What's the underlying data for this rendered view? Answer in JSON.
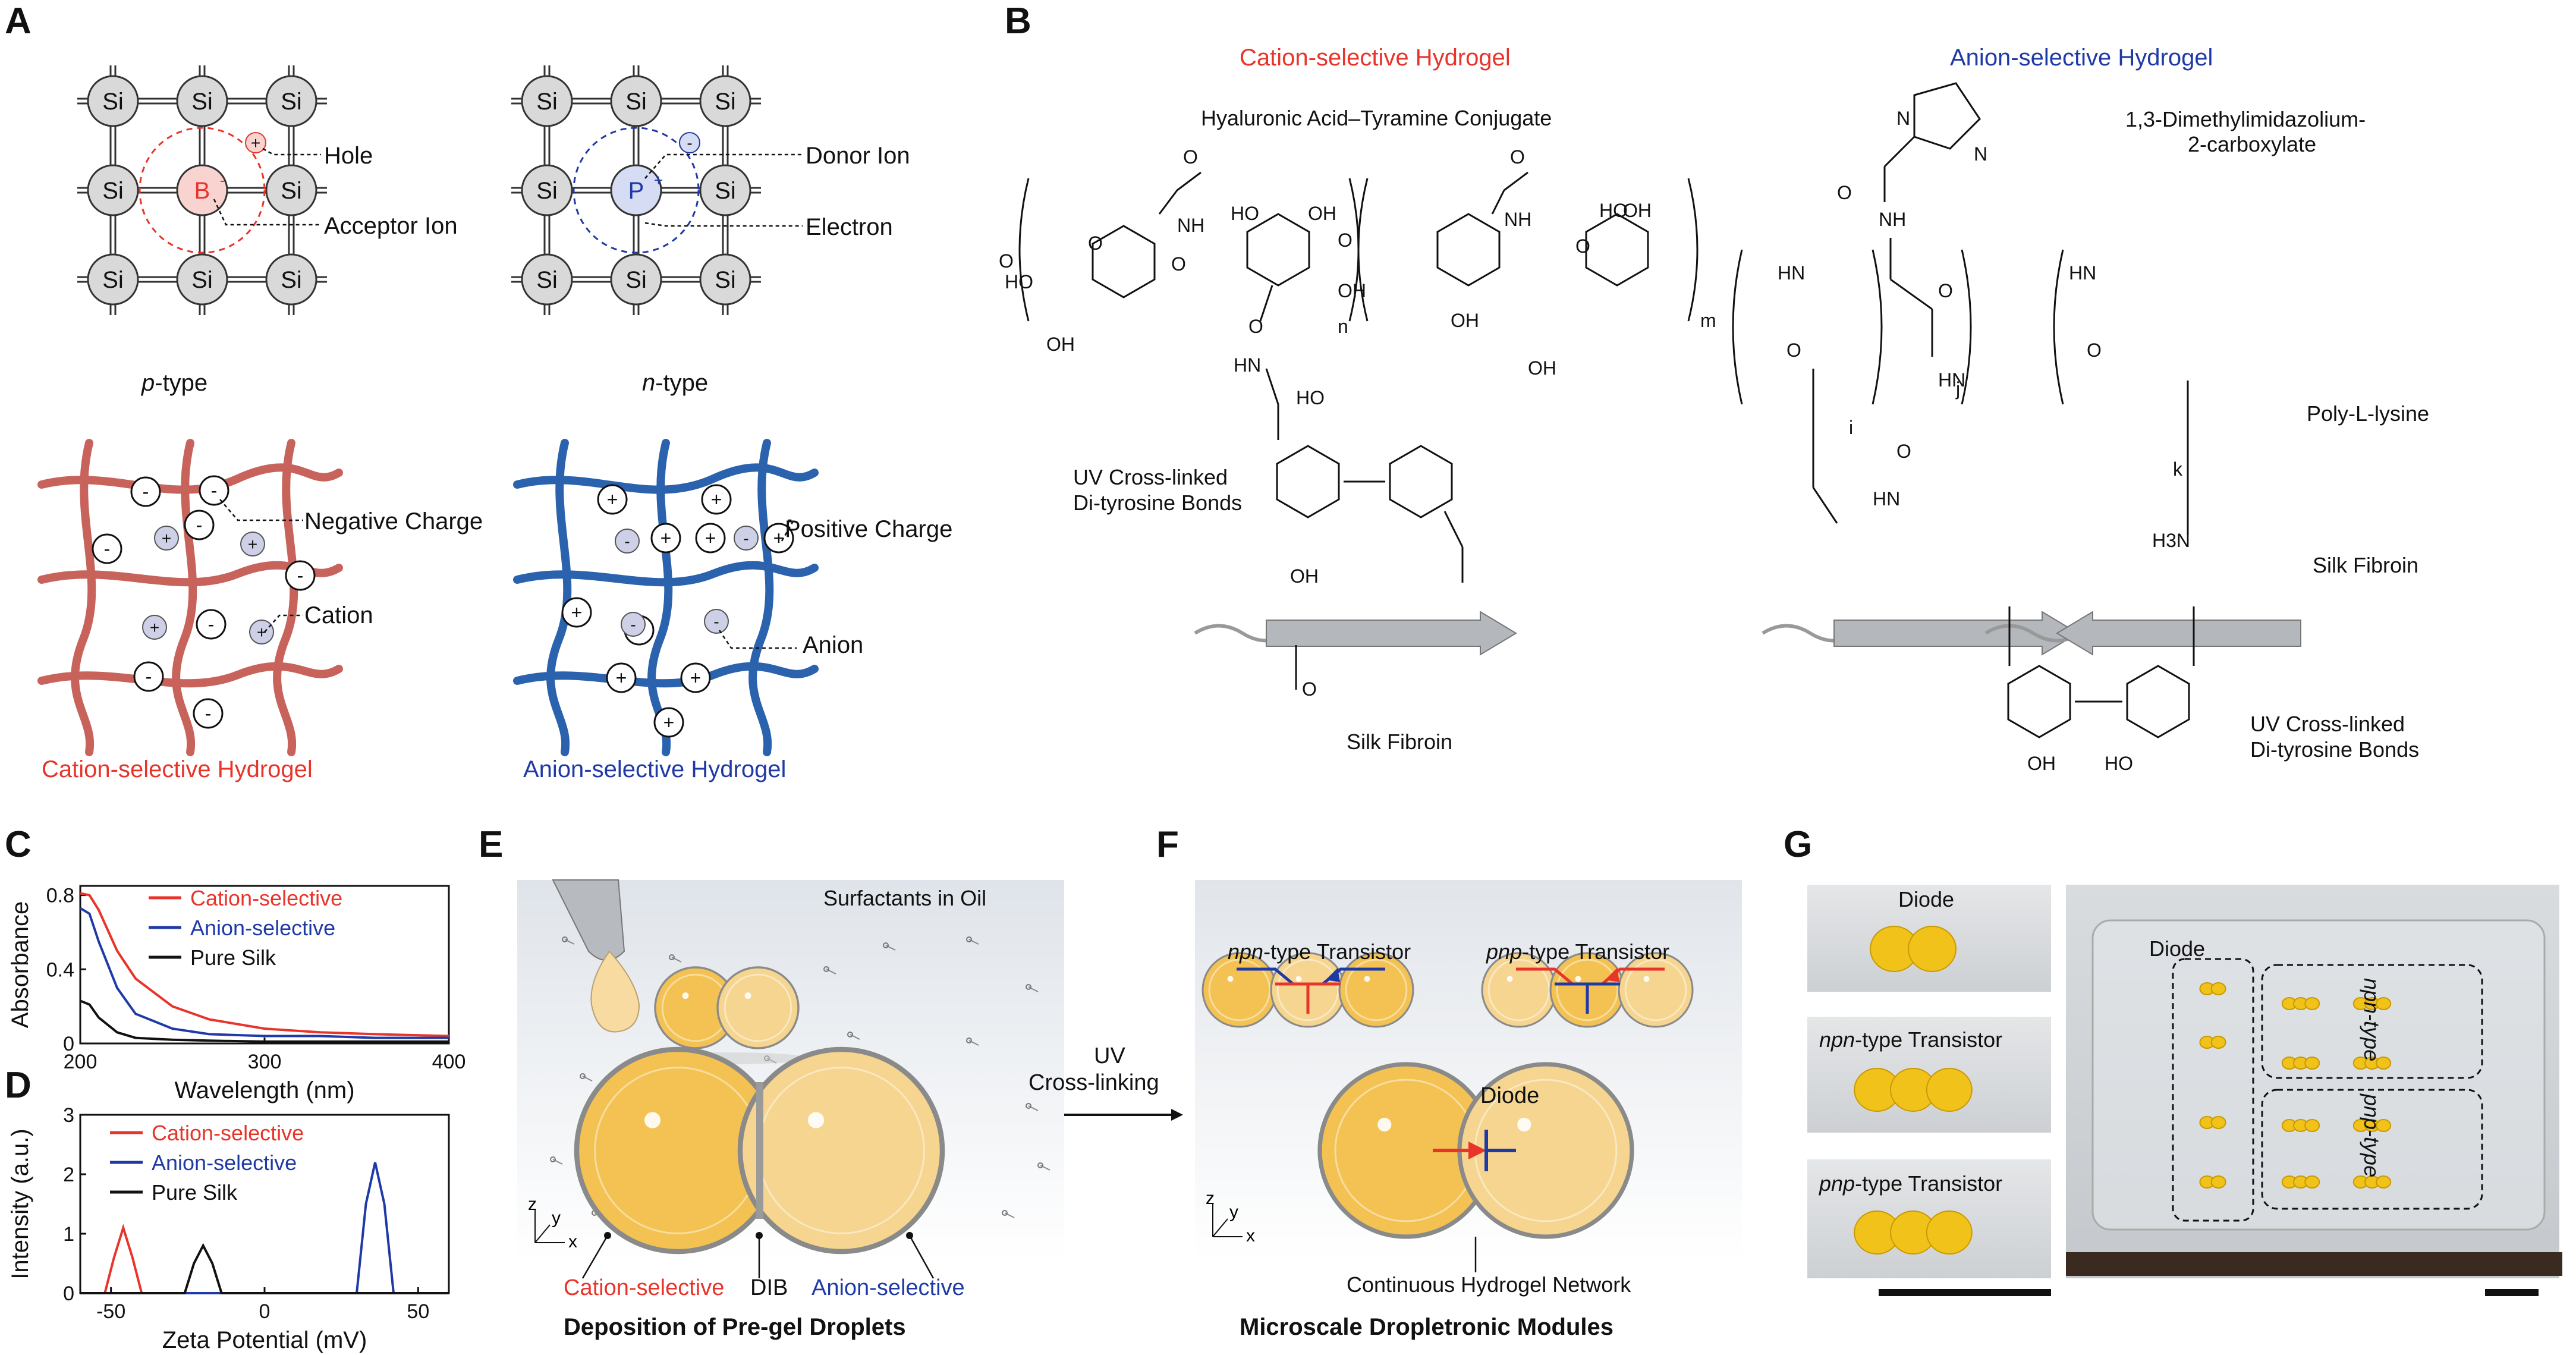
{
  "panels": {
    "A": "A",
    "B": "B",
    "C": "C",
    "D": "D",
    "E": "E",
    "F": "F",
    "G": "G"
  },
  "colors": {
    "cation": "#e8342a",
    "anion": "#1f3aa6",
    "pure": "#111111",
    "droplet": "#f3c252"
  },
  "A": {
    "si": "Si",
    "p_dopant": "B",
    "n_dopant": "P",
    "hole": "Hole",
    "acceptor": "Acceptor Ion",
    "donor": "Donor Ion",
    "electron": "Electron",
    "p_type_italic": "p",
    "p_type_rest": "-type",
    "n_type_italic": "n",
    "n_type_rest": "-type",
    "neg_charge": "Negative Charge",
    "cation": "Cation",
    "pos_charge": "Positive Charge",
    "anion": "Anion",
    "cation_hydrogel": "Cation-selective Hydrogel",
    "anion_hydrogel": "Anion-selective Hydrogel"
  },
  "B": {
    "cation_title": "Cation-selective Hydrogel",
    "anion_title": "Anion-selective Hydrogel",
    "ha_conj": "Hyaluronic Acid–Tyramine Conjugate",
    "dmi": "1,3-Dimethylimidazolium-",
    "dmi2": "2-carboxylate",
    "uv1": "UV Cross-linked",
    "uv2": "Di-tyrosine Bonds",
    "silk1": "Silk Fibroin",
    "silk2": "Silk Fibroin",
    "pll": "Poly-L-lysine",
    "uv3": "UV Cross-linked",
    "uv4": "Di-tyrosine Bonds",
    "atoms": {
      "oh": "OH",
      "ho": "HO",
      "o": "O",
      "nh": "NH",
      "hn": "HN",
      "n": "N",
      "h3n": "H3N",
      "hnm": "HN",
      "sub_n": "n",
      "sub_m": "m",
      "sub_i": "i",
      "sub_j": "j",
      "sub_k": "k"
    }
  },
  "chart_data": [
    {
      "type": "line",
      "panel": "C",
      "xlabel": "Wavelength (nm)",
      "ylabel": "Absorbance",
      "xlim": [
        200,
        400
      ],
      "ylim": [
        0,
        0.85
      ],
      "xticks": [
        "200",
        "300",
        "400"
      ],
      "yticks": [
        "0",
        "0.4",
        "0.8"
      ],
      "legend": "top-right",
      "series": [
        {
          "name": "Cation-selective",
          "color": "#e8342a",
          "x": [
            200,
            205,
            210,
            220,
            230,
            250,
            270,
            300,
            330,
            360,
            400
          ],
          "y": [
            0.81,
            0.8,
            0.72,
            0.5,
            0.35,
            0.2,
            0.13,
            0.08,
            0.06,
            0.05,
            0.04
          ]
        },
        {
          "name": "Anion-selective",
          "color": "#1f3aa6",
          "x": [
            200,
            205,
            210,
            220,
            230,
            250,
            270,
            300,
            330,
            360,
            400
          ],
          "y": [
            0.73,
            0.7,
            0.55,
            0.3,
            0.16,
            0.08,
            0.05,
            0.04,
            0.04,
            0.03,
            0.03
          ]
        },
        {
          "name": "Pure Silk",
          "color": "#111111",
          "x": [
            200,
            205,
            210,
            220,
            230,
            250,
            270,
            300,
            330,
            360,
            400
          ],
          "y": [
            0.23,
            0.21,
            0.14,
            0.06,
            0.03,
            0.02,
            0.015,
            0.01,
            0.01,
            0.01,
            0.01
          ]
        }
      ]
    },
    {
      "type": "line",
      "panel": "D",
      "xlabel": "Zeta Potential (mV)",
      "ylabel": "Intensity (a.u.)",
      "xlim": [
        -60,
        60
      ],
      "ylim": [
        0,
        3
      ],
      "xticks": [
        "-50",
        "0",
        "50"
      ],
      "yticks": [
        "0",
        "1",
        "2",
        "3"
      ],
      "legend": "top-left",
      "series": [
        {
          "name": "Cation-selective",
          "color": "#e8342a",
          "x": [
            -60,
            -52,
            -49,
            -46,
            -43,
            -40,
            30,
            60
          ],
          "y": [
            0,
            0,
            0.6,
            1.1,
            0.6,
            0,
            0,
            0
          ]
        },
        {
          "name": "Anion-selective",
          "color": "#1f3aa6",
          "x": [
            -60,
            30,
            33,
            36,
            39,
            42,
            60
          ],
          "y": [
            0,
            0,
            1.5,
            2.2,
            1.5,
            0,
            0
          ]
        },
        {
          "name": "Pure Silk",
          "color": "#111111",
          "x": [
            -60,
            -26,
            -23,
            -20,
            -17,
            -14,
            60
          ],
          "y": [
            0,
            0,
            0.5,
            0.8,
            0.5,
            0,
            0
          ]
        }
      ]
    }
  ],
  "E": {
    "surfactants": "Surfactants in Oil",
    "cation_sel": "Cation-selective",
    "dib": "DIB",
    "anion_sel": "Anion-selective",
    "caption": "Deposition of Pre-gel Droplets",
    "axes": {
      "z": "z",
      "y": "y",
      "x": "x"
    }
  },
  "arrow": {
    "line1": "UV",
    "line2": "Cross-linking"
  },
  "F": {
    "npn_italic": "npn",
    "npn_rest": "-type Transistor",
    "pnp_italic": "pnp",
    "pnp_rest": "-type Transistor",
    "diode": "Diode",
    "network": "Continuous Hydrogel Network",
    "caption": "Microscale Dropletronic Modules",
    "axes": {
      "z": "z",
      "y": "y",
      "x": "x"
    }
  },
  "G": {
    "diode": "Diode",
    "npn_italic": "npn",
    "npn_rest": "-type Transistor",
    "pnp_italic": "pnp",
    "pnp_rest": "-type Transistor",
    "chip_diode": "Diode",
    "chip_npn": "npn-type",
    "chip_pnp": "pnp-type"
  }
}
